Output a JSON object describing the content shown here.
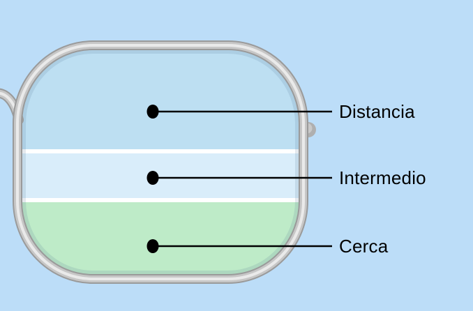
{
  "colors": {
    "background": "#BCDDF8",
    "frame_edge": "#9A9A9A",
    "frame_body": "#C7C7C7",
    "frame_highlight": "#EAEAEA",
    "divider": "#FFFFFF",
    "callout": "#000000"
  },
  "lens": {
    "zones": [
      {
        "name": "distance",
        "label": "Distancia",
        "color": "#BDDFF2"
      },
      {
        "name": "intermediate",
        "label": "Intermedio",
        "color": "#D9EDFA"
      },
      {
        "name": "near",
        "label": "Cerca",
        "color": "#BEEBC8"
      }
    ]
  }
}
